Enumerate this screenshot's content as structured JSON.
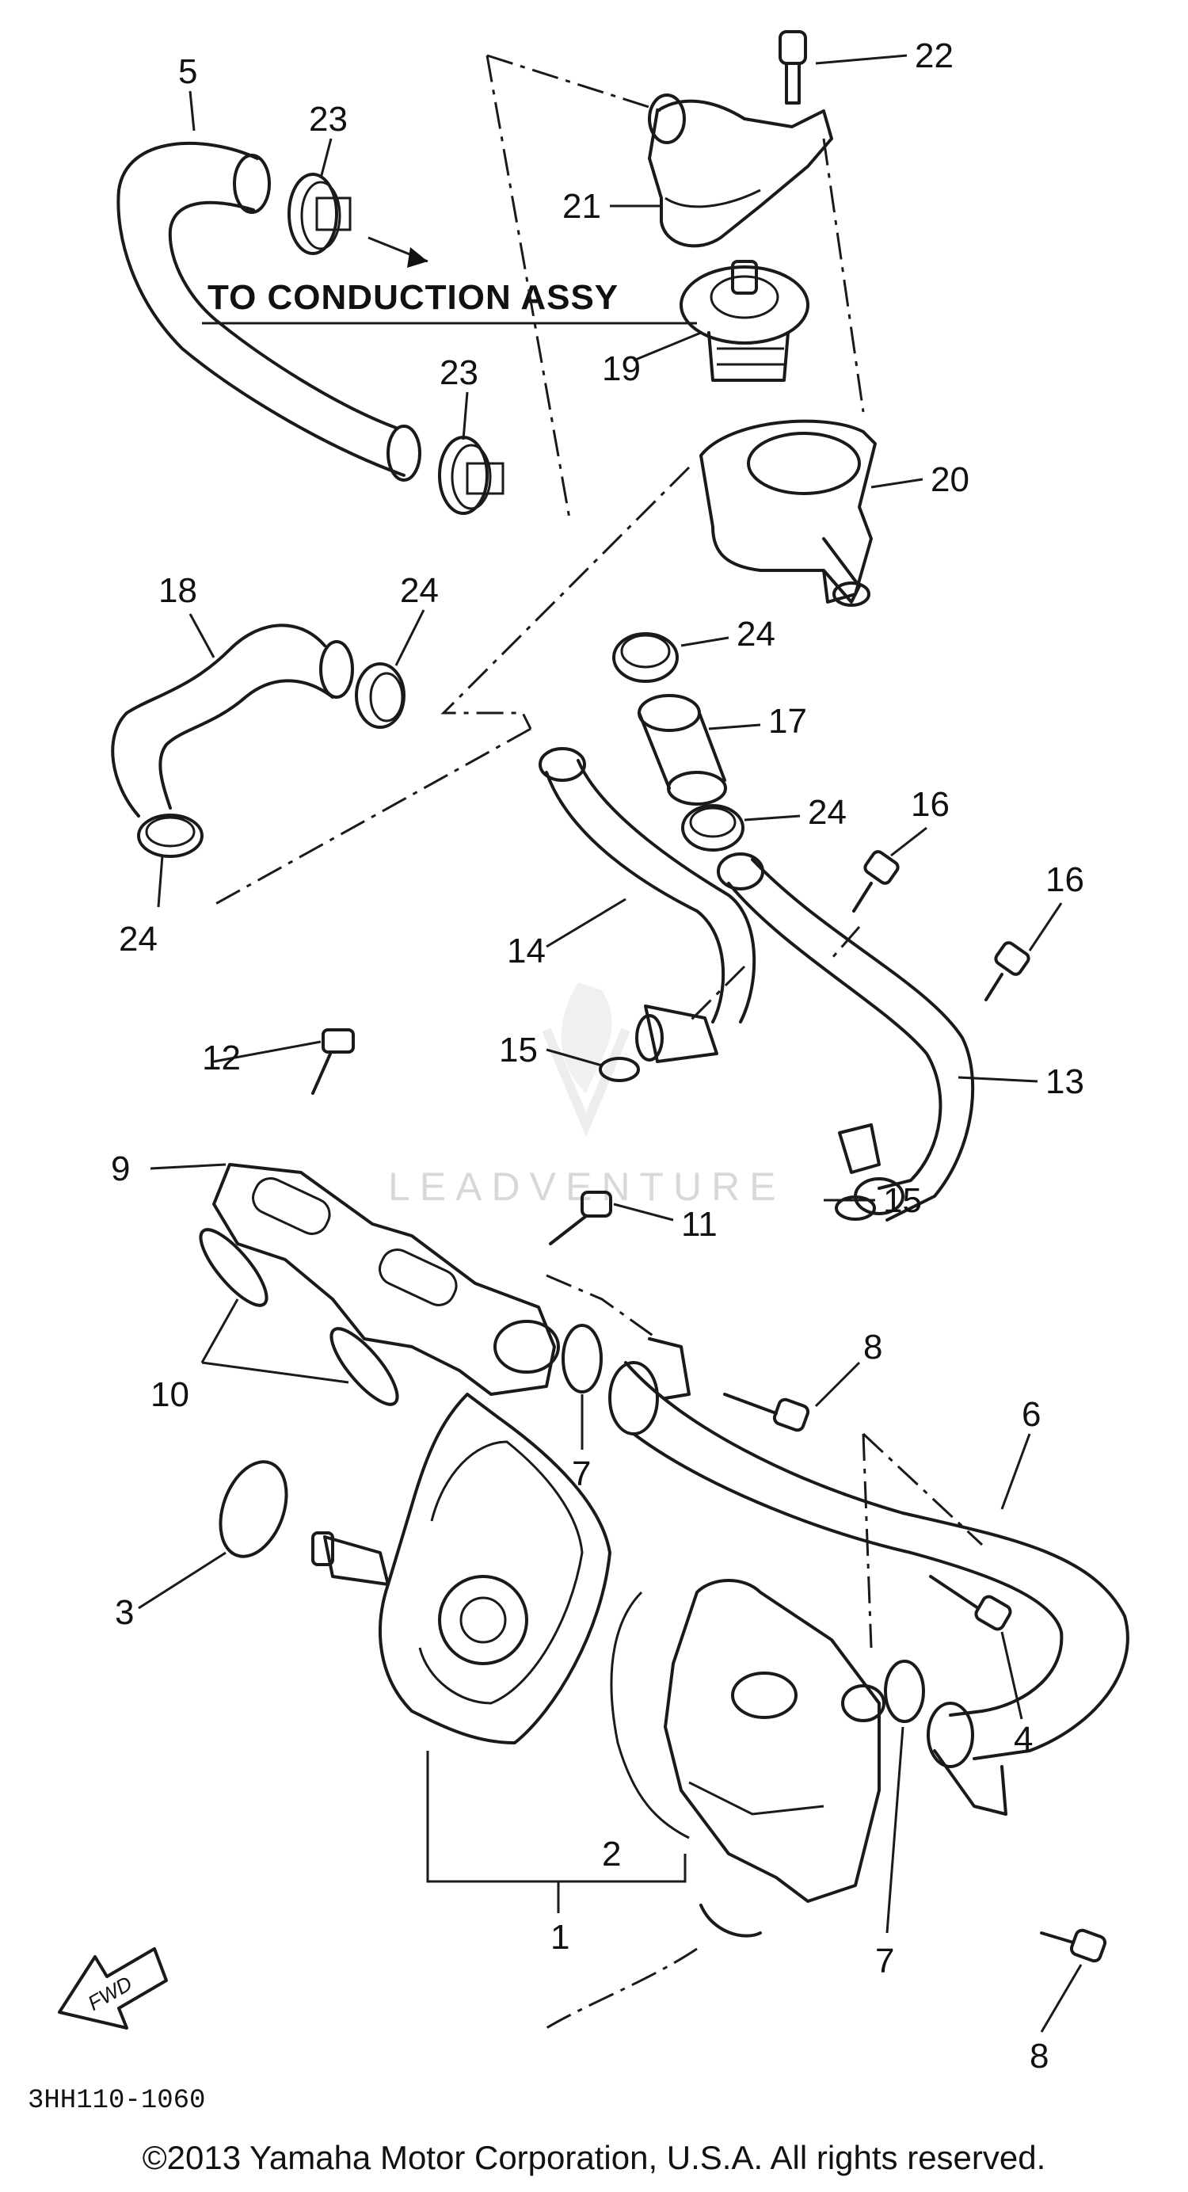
{
  "diagram": {
    "banner": "TO CONDUCTION ASSY",
    "watermark": "LEADVENTURE",
    "diagram_code": "3HH110-1060",
    "direction_label": "FWD",
    "callouts": {
      "c1": "1",
      "c2": "2",
      "c3": "3",
      "c4": "4",
      "c5": "5",
      "c6": "6",
      "c7a": "7",
      "c7b": "7",
      "c8a": "8",
      "c8b": "8",
      "c9": "9",
      "c10": "10",
      "c11": "11",
      "c12": "12",
      "c13": "13",
      "c14": "14",
      "c15a": "15",
      "c15b": "15",
      "c16a": "16",
      "c16b": "16",
      "c17": "17",
      "c18": "18",
      "c19": "19",
      "c20": "20",
      "c21": "21",
      "c22": "22",
      "c23a": "23",
      "c23b": "23",
      "c24a": "24",
      "c24b": "24",
      "c24c": "24",
      "c24d": "24"
    }
  },
  "footer": {
    "copyright": "©2013 Yamaha Motor Corporation, U.S.A. All rights reserved."
  }
}
